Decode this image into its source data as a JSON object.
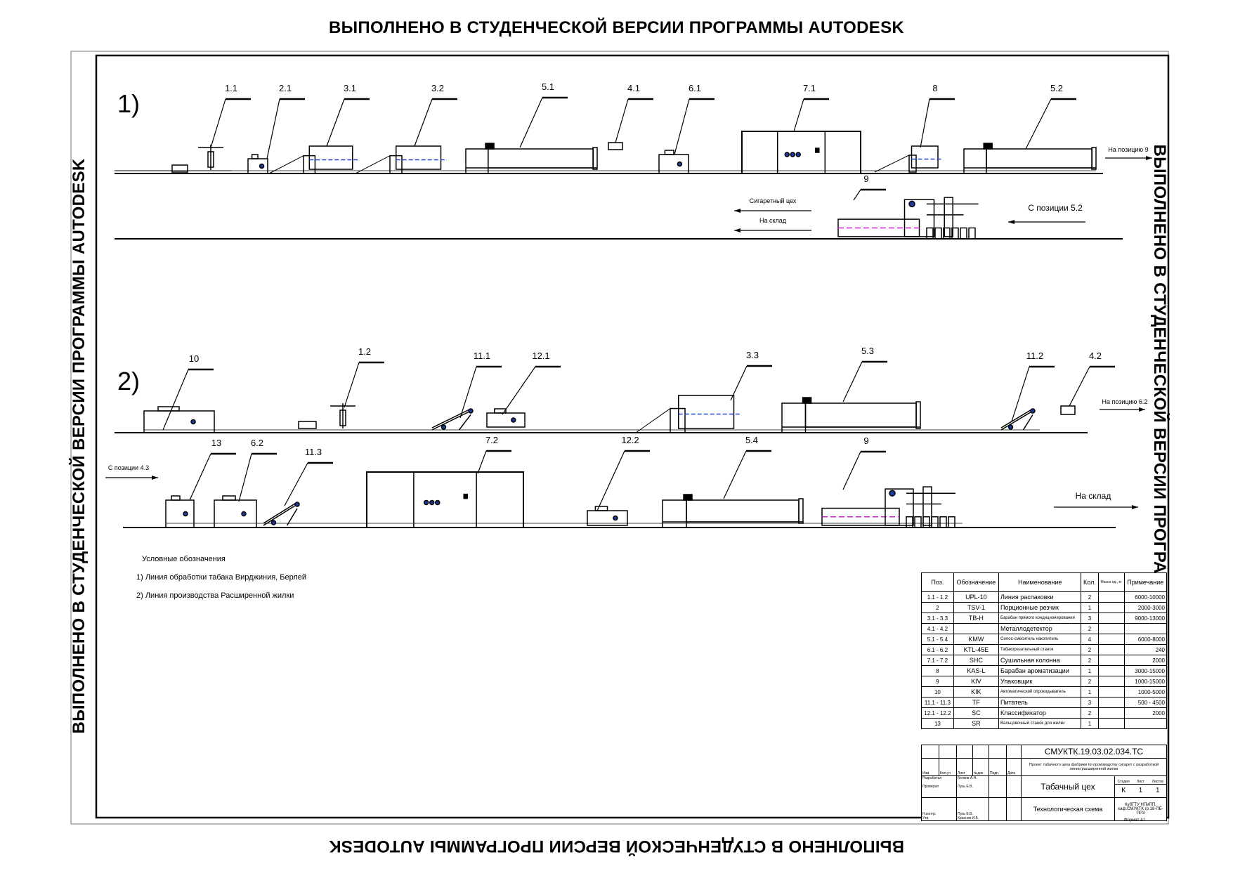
{
  "watermark": "ВЫПОЛНЕНО В СТУДЕНЧЕСКОЙ ВЕРСИИ ПРОГРАММЫ AUTODESK",
  "lines": [
    {
      "number": "1)"
    },
    {
      "number": "2)"
    }
  ],
  "positions": [
    "1.1",
    "2.1",
    "3.1",
    "3.2",
    "5.1",
    "4.1",
    "6.1",
    "7.1",
    "8",
    "5.2",
    "9",
    "10",
    "1.2",
    "11.1",
    "12.1",
    "3.3",
    "5.3",
    "11.2",
    "4.2",
    "13",
    "6.2",
    "11.3",
    "7.2",
    "12.2",
    "5.4",
    "9"
  ],
  "flow_labels": [
    "На позицию 9",
    "Сигаретный цех",
    "На склад",
    "С позиции 5.2",
    "На позицию 6.2",
    "С позиции 4.3",
    "На склад"
  ],
  "legend": {
    "title": "Условные обозначения",
    "items": [
      "1) Линия обработки табака Вирджиния, Берлей",
      "2) Линия производства Расширенной жилки"
    ]
  },
  "spec_table": {
    "headers": [
      "Поз.",
      "Обозначение",
      "Наименование",
      "Кол.",
      "Масса ед., кг",
      "Примечание"
    ],
    "rows": [
      [
        "1.1 - 1.2",
        "UPL-10",
        "Линия распаковки",
        "2",
        "",
        "6000-10000"
      ],
      [
        "2",
        "TSV-1",
        "Порционные резчик",
        "1",
        "",
        "2000-3000"
      ],
      [
        "3.1 - 3.3",
        "TB-H",
        "Барабан прямого кондиционирования",
        "3",
        "",
        "9000-13000"
      ],
      [
        "4.1 - 4.2",
        "",
        "Металлодетектор",
        "2",
        "",
        ""
      ],
      [
        "5.1 - 5.4",
        "KMW",
        "Силос-смеситель накопитель",
        "4",
        "",
        "6000-8000"
      ],
      [
        "6.1 - 6.2",
        "KTL-45E",
        "Табакорезательный станок",
        "2",
        "",
        "240"
      ],
      [
        "7.1 - 7.2",
        "SHC",
        "Сушильная колонна",
        "2",
        "",
        "2000"
      ],
      [
        "8",
        "KAS-L",
        "Барабан ароматизации",
        "1",
        "",
        "3000-15000"
      ],
      [
        "9",
        "KIV",
        "Упаковщик",
        "2",
        "",
        "1000-15000"
      ],
      [
        "10",
        "KIK",
        "Автоматический опрокидыватель",
        "1",
        "",
        "1000-5000"
      ],
      [
        "11.1 - 11.3",
        "TF",
        "Питатель",
        "3",
        "",
        "500 - 4500"
      ],
      [
        "12.1 - 12.2",
        "SC",
        "Классификатор",
        "2",
        "",
        "2000"
      ],
      [
        "13",
        "SR",
        "Вальцовочный станок для жилки",
        "1",
        "",
        ""
      ]
    ]
  },
  "title_block": {
    "code": "СМУКТК.19.03.02.034.ТС",
    "project": "Проект табачного цеха фабрики по производству сигарет с разработкой линии расширенной жилки",
    "workshop": "Табачный цех",
    "sheet_title": "Технологическая схема",
    "org": "КубГТУ НПиПП, каф.СМУКТК гр.18-ПБ-ПР3",
    "stage_label": "Стадия",
    "sheet_label": "Лист",
    "sheets_label": "Листов",
    "stage": "К",
    "sheet": "1",
    "sheets": "1",
    "col_labels": [
      "Изм.",
      "Кол.уч",
      "Лист",
      "№док",
      "Подп.",
      "Дата"
    ],
    "roles": [
      {
        "role": "Разработал",
        "name": "Белков А.Н."
      },
      {
        "role": "Проверил",
        "name": "Пузь Е.В."
      },
      {
        "role": "Н.контр.",
        "name": "Пузь Е.В."
      },
      {
        "role": "Утв.",
        "name": "Краснов И.Б."
      }
    ],
    "format": "Формат А1"
  }
}
